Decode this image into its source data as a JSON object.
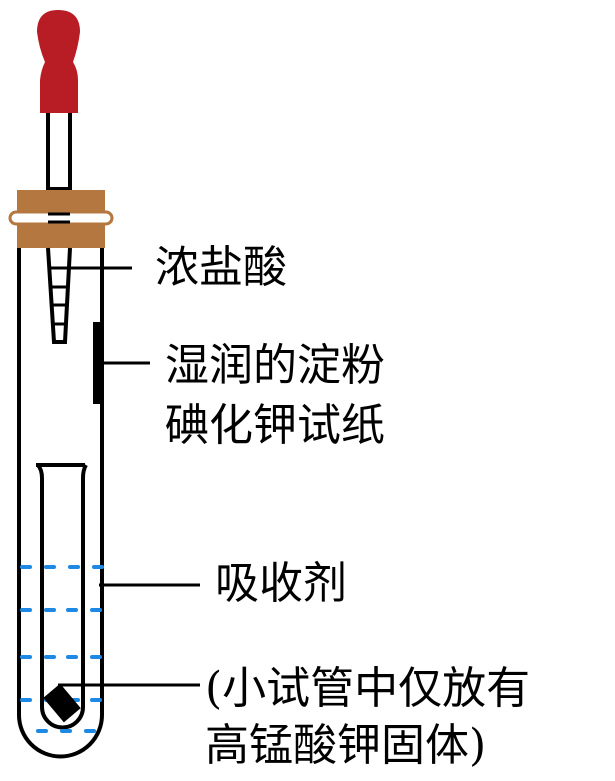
{
  "labels": {
    "hcl": "浓盐酸",
    "paper_line1": "湿润的淀粉",
    "paper_line2": "碘化钾试纸",
    "absorbent": "吸收剂",
    "note_line1": "(小试管中仅放有",
    "note_line2": "高锰酸钾固体)"
  },
  "colors": {
    "bulb": "#b81c25",
    "stopper": "#b3773f",
    "liquid_dash": "#1e88e5"
  }
}
